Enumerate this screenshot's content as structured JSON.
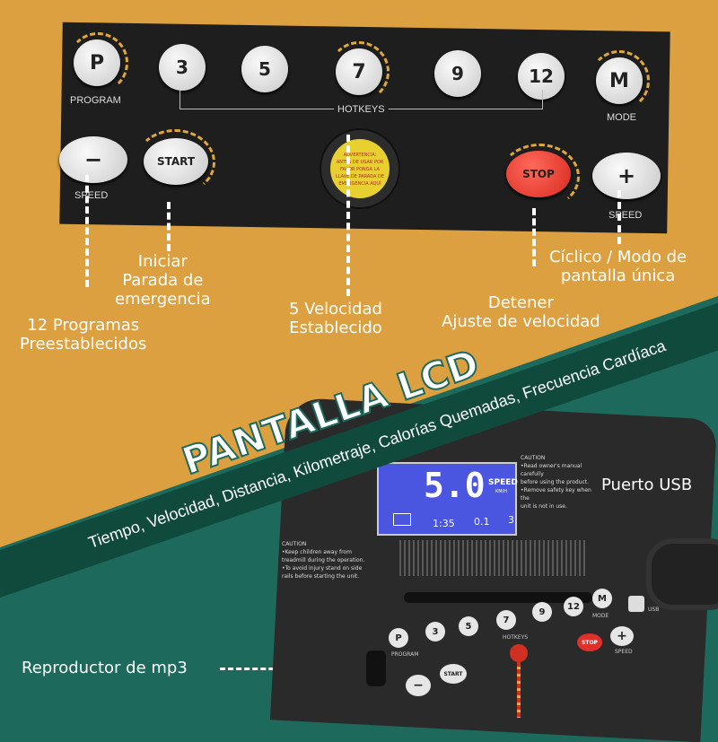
{
  "panel": {
    "buttons": {
      "program": "P",
      "h3": "3",
      "h5": "5",
      "h7": "7",
      "h9": "9",
      "h12": "12",
      "mode": "M",
      "minus": "−",
      "start": "START",
      "stop": "STOP",
      "plus": "+"
    },
    "labels": {
      "program": "PROGRAM",
      "hotkeys": "HOTKEYS",
      "mode": "MODE",
      "speed_left": "SPEED",
      "speed_right": "SPEED"
    },
    "emergency_text": "ADVERTENCIA:\nANTES DE USAR POR\nFAVOR PONGA LA\nLLAVE DE PARADA DE\nEMERGENCIA AQUÍ"
  },
  "callouts": {
    "start_emergency": "Iniciar\nParada de\nemergencia",
    "programs": "12 Programas\nPreestablecidos",
    "speeds": "5 Velocidad\nEstablecido",
    "stop_speed": "Detener\nAjuste de velocidad",
    "mode": "Cíclico / Modo de\npantalla única",
    "usb": "Puerto USB",
    "mp3": "Reproductor de mp3"
  },
  "ribbon": {
    "text": "Tiempo, Velocidad, Distancia, Kilometraje, Calorías Quemadas, Frecuencia Cardíaca"
  },
  "title": "PANTALLA LCD",
  "console": {
    "lcd": {
      "speed": "5.0",
      "speed_label": "SPEED",
      "speed_unit": "KM/H",
      "time": "1:35",
      "distance": "0.1",
      "calories": "3"
    },
    "caution_left": "CAUTION\n•Keep children away from\ntreadmill during the operation.\n•To avoid injury stand on side\nrails before starting the unit.",
    "caution_right": "CAUTION\n•Read owner's manual carefully\nbefore using the product.\n•Remove safety key when the\nunit is not in use.",
    "buttons": [
      "P",
      "3",
      "5",
      "7",
      "9",
      "12",
      "M",
      "−",
      "START",
      "STOP",
      "+"
    ],
    "labels": {
      "hotkeys": "HOTKEYS",
      "program": "PROGRAM",
      "mode": "MODE",
      "speed": "SPEED",
      "usb": "USB"
    }
  },
  "colors": {
    "orange": "#dca040",
    "teal": "#1d6a5c",
    "ribbon": "#0f4a3c",
    "stop": "#e0302a",
    "emergency": "#e8d030",
    "lcd": "#4a55e0"
  }
}
